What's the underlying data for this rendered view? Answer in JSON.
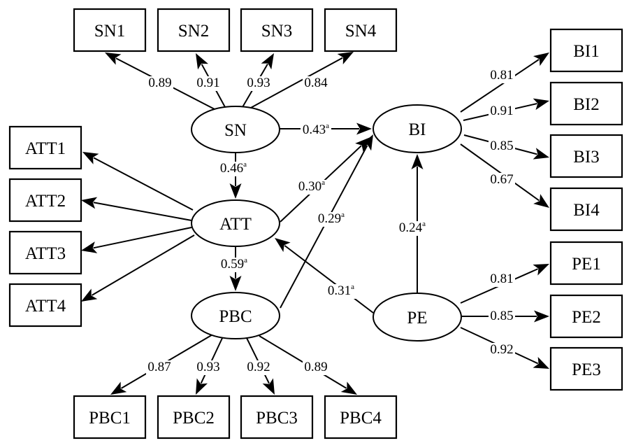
{
  "diagram": {
    "type": "structural-equation-model",
    "latent_constructs": [
      {
        "id": "SN",
        "label": "SN"
      },
      {
        "id": "ATT",
        "label": "ATT"
      },
      {
        "id": "PBC",
        "label": "PBC"
      },
      {
        "id": "BI",
        "label": "BI"
      },
      {
        "id": "PE",
        "label": "PE"
      }
    ],
    "indicators": [
      {
        "id": "SN1",
        "label": "SN1",
        "construct": "SN",
        "loading": "0.89"
      },
      {
        "id": "SN2",
        "label": "SN2",
        "construct": "SN",
        "loading": "0.91"
      },
      {
        "id": "SN3",
        "label": "SN3",
        "construct": "SN",
        "loading": "0.93"
      },
      {
        "id": "SN4",
        "label": "SN4",
        "construct": "SN",
        "loading": "0.84"
      },
      {
        "id": "ATT1",
        "label": "ATT1",
        "construct": "ATT",
        "loading": ""
      },
      {
        "id": "ATT2",
        "label": "ATT2",
        "construct": "ATT",
        "loading": ""
      },
      {
        "id": "ATT3",
        "label": "ATT3",
        "construct": "ATT",
        "loading": ""
      },
      {
        "id": "ATT4",
        "label": "ATT4",
        "construct": "ATT",
        "loading": ""
      },
      {
        "id": "PBC1",
        "label": "PBC1",
        "construct": "PBC",
        "loading": "0.87"
      },
      {
        "id": "PBC2",
        "label": "PBC2",
        "construct": "PBC",
        "loading": "0.93"
      },
      {
        "id": "PBC3",
        "label": "PBC3",
        "construct": "PBC",
        "loading": "0.92"
      },
      {
        "id": "PBC4",
        "label": "PBC4",
        "construct": "PBC",
        "loading": "0.89"
      },
      {
        "id": "BI1",
        "label": "BI1",
        "construct": "BI",
        "loading": "0.81"
      },
      {
        "id": "BI2",
        "label": "BI2",
        "construct": "BI",
        "loading": "0.91"
      },
      {
        "id": "BI3",
        "label": "BI3",
        "construct": "BI",
        "loading": "0.85"
      },
      {
        "id": "BI4",
        "label": "BI4",
        "construct": "BI",
        "loading": "0.67"
      },
      {
        "id": "PE1",
        "label": "PE1",
        "construct": "PE",
        "loading": "0.81"
      },
      {
        "id": "PE2",
        "label": "PE2",
        "construct": "PE",
        "loading": "0.85"
      },
      {
        "id": "PE3",
        "label": "PE3",
        "construct": "PE",
        "loading": "0.92"
      }
    ],
    "paths": [
      {
        "from": "SN",
        "to": "BI",
        "coef": "0.43",
        "sig": "a"
      },
      {
        "from": "SN",
        "to": "ATT",
        "coef": "0.46",
        "sig": "a"
      },
      {
        "from": "ATT",
        "to": "BI",
        "coef": "0.30",
        "sig": "a"
      },
      {
        "from": "PBC",
        "to": "BI",
        "coef": "0.29",
        "sig": "a"
      },
      {
        "from": "ATT",
        "to": "PBC",
        "coef": "0.59",
        "sig": "a"
      },
      {
        "from": "PE",
        "to": "BI",
        "coef": "0.24",
        "sig": "a"
      },
      {
        "from": "PE",
        "to": "ATT",
        "coef": "0.31",
        "sig": "a"
      }
    ]
  }
}
